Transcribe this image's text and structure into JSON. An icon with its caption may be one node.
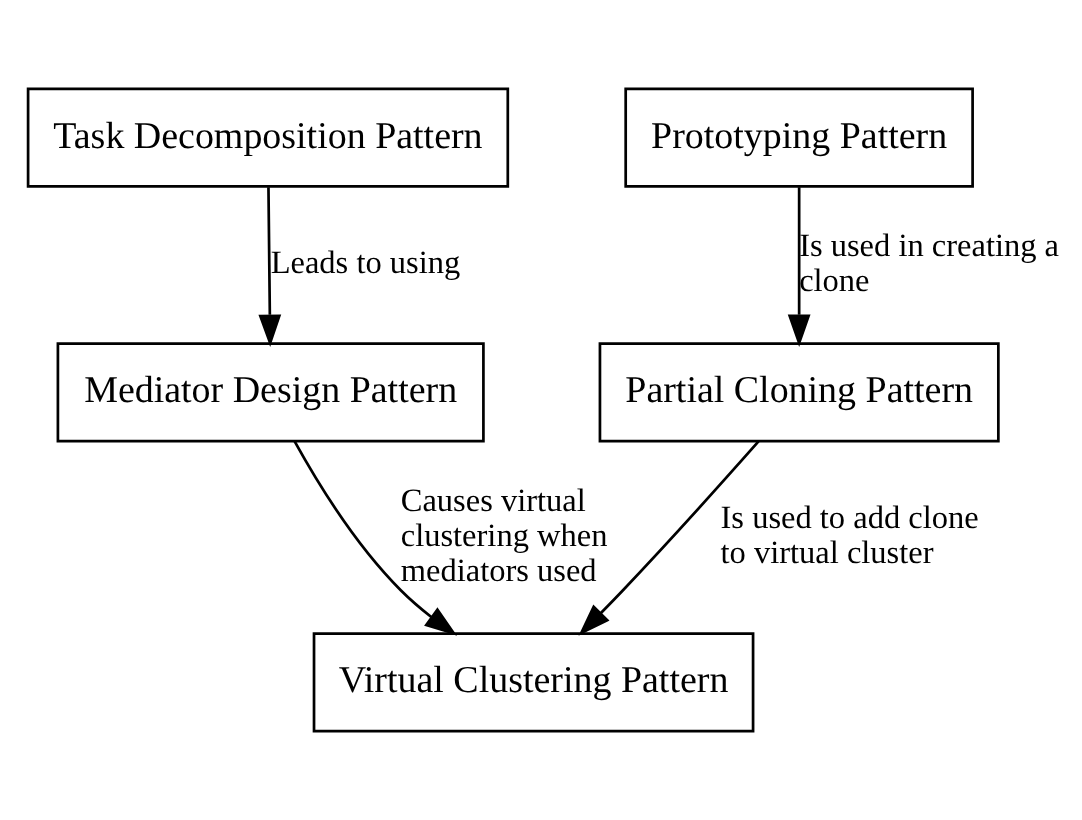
{
  "diagram": {
    "nodes": [
      {
        "text": [
          "Task Decomposition Pattern"
        ]
      },
      {
        "text": [
          "Mediator Design Pattern"
        ]
      },
      {
        "text": [
          "Virtual Clustering Pattern"
        ]
      },
      {
        "text": [
          "Partial Cloning Pattern"
        ]
      },
      {
        "text": [
          "Prototyping Pattern"
        ]
      }
    ],
    "edges": [
      {
        "from": 0,
        "to": 1,
        "arrow": "to",
        "label": "Leads to using"
      },
      {
        "from": 1,
        "to": 2,
        "arrow": "to",
        "label": "Causes virtual clustering when mediators used"
      },
      {
        "from": 3,
        "to": 2,
        "arrow": "to",
        "label": "Is used to add clone to virtual cluster"
      },
      {
        "from": 4,
        "to": 3,
        "arrow": "to",
        "label": "Is used in creating a clone"
      }
    ]
  }
}
